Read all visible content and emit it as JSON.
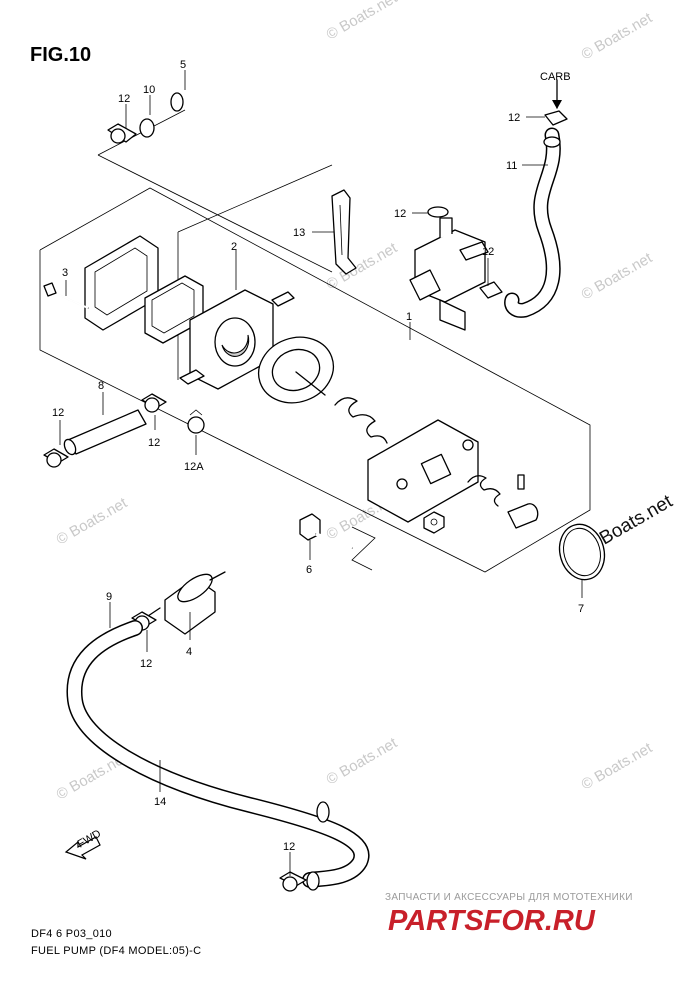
{
  "figure": {
    "title": "FIG.10",
    "model_code": "DF4 6 P03_010",
    "caption": "FUEL PUMP (DF4 MODEL:05)-C"
  },
  "callouts": {
    "c1": "1",
    "c2": "2",
    "c3": "3",
    "c4": "4",
    "c5": "5",
    "c6": "6",
    "c7": "7",
    "c8": "8",
    "c9": "9",
    "c10": "10",
    "c11": "11",
    "c12a": "12",
    "c12b": "12",
    "c12c": "12",
    "c12d": "12",
    "c12e": "12",
    "c12f": "12",
    "c12g": "12",
    "c12h": "12",
    "c12A": "12A",
    "c13": "13",
    "c14": "14"
  },
  "direction_labels": {
    "carb": "CARB",
    "fwd": "FWD"
  },
  "watermarks": {
    "text": "© Boats.net",
    "dark_text": "©Boats.net"
  },
  "footer": {
    "banner": "ЗАПЧАСТИ И АКСЕССУАРЫ ДЛЯ МОТОТЕХНИКИ",
    "brand": "PARTSFOR.RU"
  },
  "colors": {
    "brand": "#c8202a",
    "watermark": "#c9c9c9",
    "line": "#000000"
  }
}
